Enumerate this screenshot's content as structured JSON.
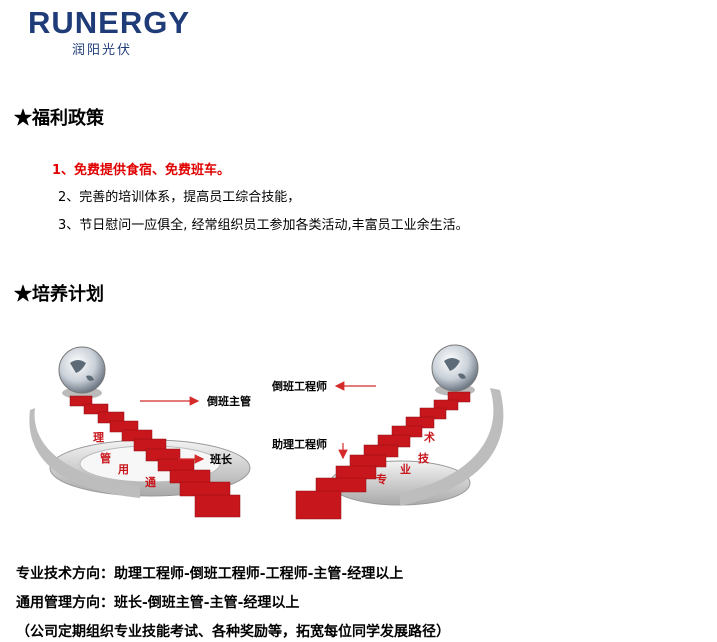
{
  "logo": {
    "name": "RUNERGY",
    "sub": "润阳光伏"
  },
  "welfare": {
    "title": "★福利政策",
    "items": [
      "1、免费提供食宿、免费班车。",
      "2、完善的培训体系，提高员工综合技能，",
      "3、节日慰问一应俱全, 经常组织员工参加各类活动,丰富员工业余生活。"
    ]
  },
  "training": {
    "title": "★培养计划",
    "left_labels": {
      "top": "倒班主管",
      "bottom": "班长",
      "vertical": [
        "理",
        "管",
        "用",
        "通"
      ]
    },
    "right_labels": {
      "top": "倒班工程师",
      "bottom": "助理工程师",
      "vertical": [
        "术",
        "技",
        "业",
        "专"
      ]
    }
  },
  "paths": [
    "专业技术方向：助理工程师-倒班工程师-工程师-主管-经理以上",
    "通用管理方向：班长-倒班主管-主管-经理以上",
    "（公司定期组织专业技能考试、各种奖励等，拓宽每位同学发展路径）"
  ],
  "colors": {
    "brand": "#1f3c78",
    "highlight": "#e00000",
    "stair": "#c8161d"
  }
}
